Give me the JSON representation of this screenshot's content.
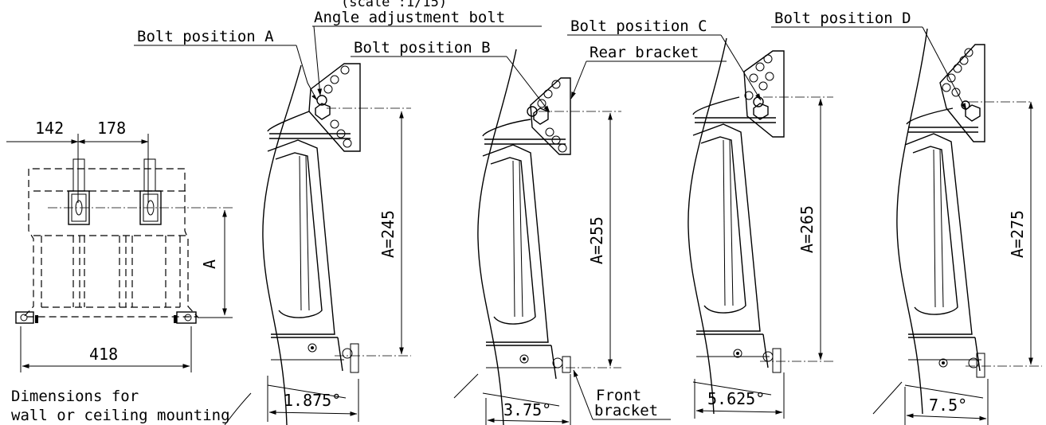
{
  "scale_note": "(scale :1/15)",
  "labels": {
    "angle_adjustment_bolt": "Angle adjustment bolt",
    "bolt_a": "Bolt position A",
    "bolt_b": "Bolt position B",
    "bolt_c": "Bolt position C",
    "bolt_d": "Bolt position D",
    "rear_bracket": "Rear bracket",
    "front_bracket_1": "Front",
    "front_bracket_2": "bracket",
    "mounting_1": "Dimensions for",
    "mounting_2": "wall or ceiling mounting"
  },
  "mount_view": {
    "dim_142": "142",
    "dim_178": "178",
    "dim_418": "418",
    "dim_A": "A"
  },
  "positions": [
    {
      "id": "A",
      "height": "A=245",
      "angle": "1.875°"
    },
    {
      "id": "B",
      "height": "A=255",
      "angle": "3.75°"
    },
    {
      "id": "C",
      "height": "A=265",
      "angle": "5.625°"
    },
    {
      "id": "D",
      "height": "A=275",
      "angle": "7.5°"
    }
  ]
}
